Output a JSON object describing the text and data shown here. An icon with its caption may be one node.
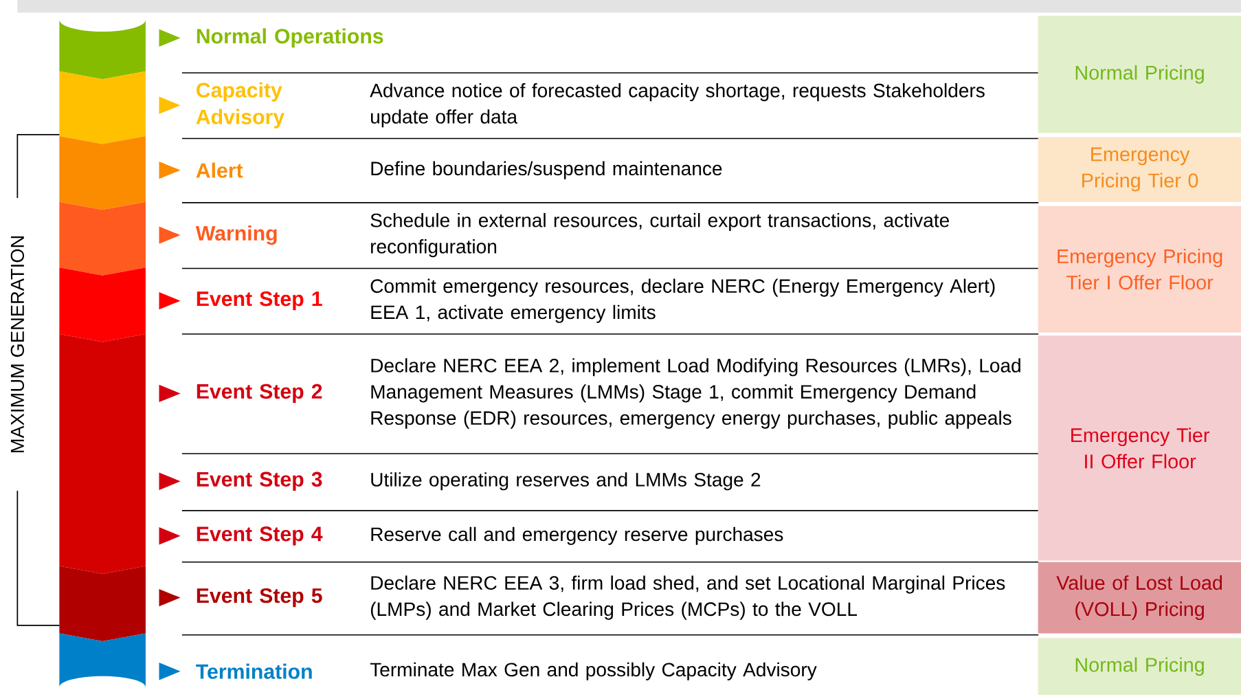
{
  "diagram": {
    "nodes": [
      {
        "text": [
          "Normal Pricing"
        ]
      },
      {
        "text": [
          "Emergency Pricing Tier 0"
        ]
      },
      {
        "text": [
          "Emergency Pricing Tier I Offer Floor"
        ]
      },
      {
        "text": [
          "Emergency Tier II Offer Floor"
        ]
      },
      {
        "text": [
          "Value of Lost Load (VOLL) Pricing"
        ]
      },
      {
        "text": [
          "Normal Pricing"
        ]
      }
    ],
    "labels": [
      "MAXIMUM GENERATION",
      "Normal Operations",
      "Capacity Advisory",
      "Advance notice of forecasted capacity shortage, requests Stakeholders update offer data",
      "Alert",
      "Define boundaries/suspend maintenance",
      "Warning",
      "Schedule in external resources, curtail export transactions, activate reconfiguration",
      "Event Step 1",
      "Commit emergency resources, declare NERC (Energy Emergency Alert) EEA 1, activate emergency limits",
      "Event Step 2",
      "Declare NERC EEA 2, implement Load Modifying Resources (LMRs), Load Management Measures (LMMs) Stage 1, commit Emergency Demand Response (EDR) resources, emergency energy purchases, public appeals",
      "Event Step 3",
      "Utilize operating reserves and LMMs Stage 2",
      "Event Step 4",
      "Reserve call and emergency reserve purchases",
      "Event Step 5",
      "Declare NERC EEA 3, firm load shed, and set Locational Marginal Prices (LMPs) and Market Clearing Prices (MCPs) to the VOLL",
      "Termination",
      "Terminate Max Gen and possibly Capacity Advisory"
    ]
  }
}
